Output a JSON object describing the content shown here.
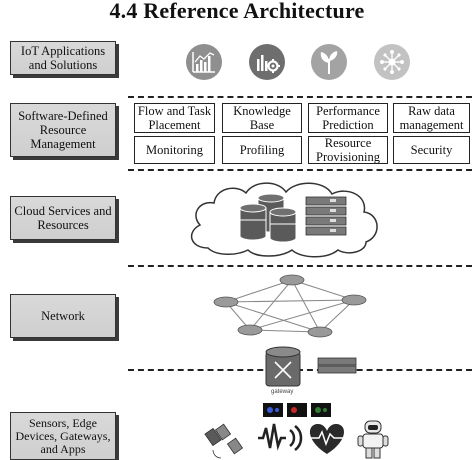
{
  "title": "4.4   Reference Architecture",
  "layers": {
    "iot": "IoT Applications and Solutions",
    "sdrm": "Software-Defined Resource Management",
    "cloud": "Cloud Services and Resources",
    "network": "Network",
    "sensors": "Sensors, Edge Devices, Gateways, and Apps"
  },
  "sdrm_grid": {
    "row1": [
      "Flow and Task Placement",
      "Knowledge Base",
      "Performance Prediction",
      "Raw data management"
    ],
    "row2": [
      "Monitoring",
      "Profiling",
      "Resource Provisioning",
      "Security"
    ]
  },
  "gateway_label": "gateway",
  "icons": [
    "chart-icon",
    "analytics-gear-icon",
    "plant-icon",
    "network-hub-icon",
    "database-icon",
    "server-rack-icon",
    "router-icon",
    "satellite-icon",
    "signal-wave-icon",
    "heart-rate-icon",
    "robot-icon",
    "sensor-board-icon"
  ],
  "colors": {
    "icon_gray": "#8f8f8f",
    "box_fill": "#d6d6d6",
    "heart": "#2a2a2a"
  }
}
